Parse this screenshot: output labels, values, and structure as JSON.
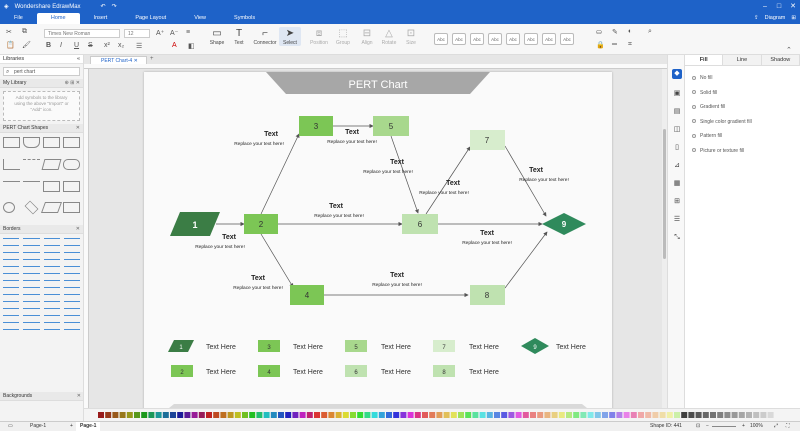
{
  "app": {
    "title": "Wondershare EdrawMax"
  },
  "menu": {
    "items": [
      "File",
      "Home",
      "Insert",
      "Page Layout",
      "View",
      "Symbols"
    ],
    "active": "Home",
    "diagram_label": "Diagram"
  },
  "ribbon": {
    "font_family": "Times New Roman",
    "font_size": "12",
    "tools": [
      {
        "label": "Shape",
        "icon": "rectangle-icon"
      },
      {
        "label": "Text",
        "icon": "text-icon"
      },
      {
        "label": "Connector",
        "icon": "connector-icon"
      },
      {
        "label": "Select",
        "icon": "pointer-icon"
      }
    ],
    "arrange_tools": [
      "Position",
      "Group",
      "Align",
      "Rotate",
      "Size"
    ],
    "style_button": "Abc"
  },
  "libraries": {
    "title": "Libraries",
    "search_value": "pert chart",
    "my_library": {
      "title": "My Library",
      "hint": "Add symbols to the library using the above \"Import\" or \"Add\" icon."
    },
    "sections": [
      "PERT Chart Shapes",
      "Borders",
      "Backgrounds"
    ]
  },
  "document": {
    "tab": "PERT Chart-4"
  },
  "chart": {
    "title": "PERT Chart",
    "nodes": [
      {
        "id": "n1",
        "label": "1",
        "color": "#3b7d45"
      },
      {
        "id": "n2",
        "label": "2",
        "color": "#7cc655"
      },
      {
        "id": "n3",
        "label": "3",
        "color": "#7cc655"
      },
      {
        "id": "n4",
        "label": "4",
        "color": "#7cc655"
      },
      {
        "id": "n5",
        "label": "5",
        "color": "#a8d88d"
      },
      {
        "id": "n6",
        "label": "6",
        "color": "#bfe2b0"
      },
      {
        "id": "n7",
        "label": "7",
        "color": "#d7edcd"
      },
      {
        "id": "n8",
        "label": "8",
        "color": "#bfe2b0"
      },
      {
        "id": "n9",
        "label": "9",
        "color": "#2f8a5c"
      }
    ],
    "labels": [
      {
        "title": "Text",
        "sub": "Replace your text here!"
      },
      {
        "title": "Text",
        "sub": "Replace your text here!"
      },
      {
        "title": "Text",
        "sub": "Replace your text here!"
      },
      {
        "title": "Text",
        "sub": "Replace your text here!"
      },
      {
        "title": "Text",
        "sub": "Replace your text here!"
      },
      {
        "title": "Text",
        "sub": "Replace your text here!"
      },
      {
        "title": "Text",
        "sub": "Replace your text here!"
      },
      {
        "title": "Text",
        "sub": "Replace your text here!"
      },
      {
        "title": "Text",
        "sub": "Replace your text here!"
      },
      {
        "title": "Text",
        "sub": "Replace your text here!"
      }
    ],
    "legend": [
      {
        "sym": "1",
        "text": "Text Here"
      },
      {
        "sym": "3",
        "text": "Text Here"
      },
      {
        "sym": "5",
        "text": "Text Here"
      },
      {
        "sym": "7",
        "text": "Text Here"
      },
      {
        "sym": "9",
        "text": "Text Here"
      },
      {
        "sym": "2",
        "text": "Text Here"
      },
      {
        "sym": "4",
        "text": "Text Here"
      },
      {
        "sym": "6",
        "text": "Text Here"
      },
      {
        "sym": "8",
        "text": "Text Here"
      }
    ]
  },
  "fill_panel": {
    "tabs": [
      "Fill",
      "Line",
      "Shadow"
    ],
    "options": [
      "No fill",
      "Solid fill",
      "Gradient fill",
      "Single color gradient fill",
      "Pattern fill",
      "Picture or texture fill"
    ]
  },
  "status": {
    "page_selector": "Page-1",
    "page_tab": "Page-1",
    "shape_id": "Shape ID: 441",
    "zoom": "100%"
  },
  "colors": {
    "accent": "#1e62c8"
  }
}
